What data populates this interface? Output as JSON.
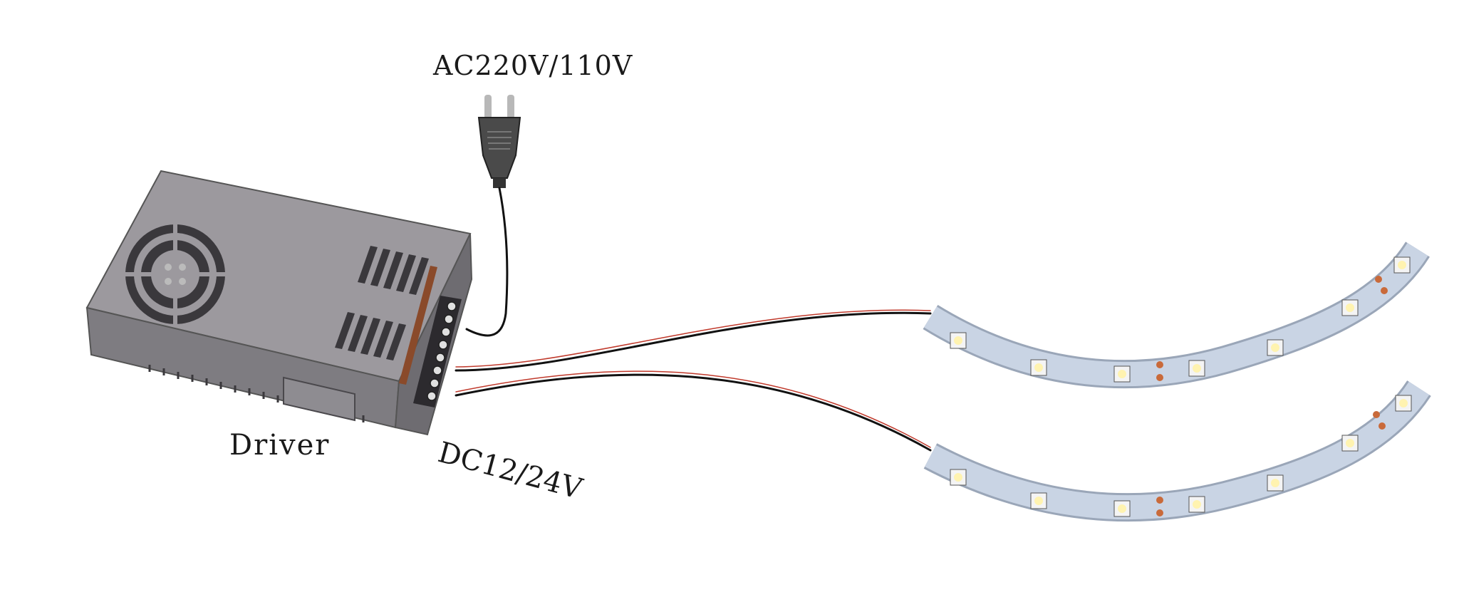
{
  "labels": {
    "ac_input": "AC220V/110V",
    "driver": "Driver",
    "dc_output": "DC12/24V"
  },
  "colors": {
    "driver_top": "#9a979c",
    "driver_front": "#7f7d82",
    "driver_side": "#6d6b70",
    "strip": "#c9d4e4",
    "strip_edge": "#9aa6b8",
    "led": "#fff3b0",
    "solder": "#c96a3a",
    "wire": "#111111",
    "wire_red": "#c0392b"
  },
  "components": {
    "plug": "ac-plug-icon",
    "driver": "power-supply-driver",
    "strips": [
      "led-strip-upper",
      "led-strip-lower"
    ]
  }
}
